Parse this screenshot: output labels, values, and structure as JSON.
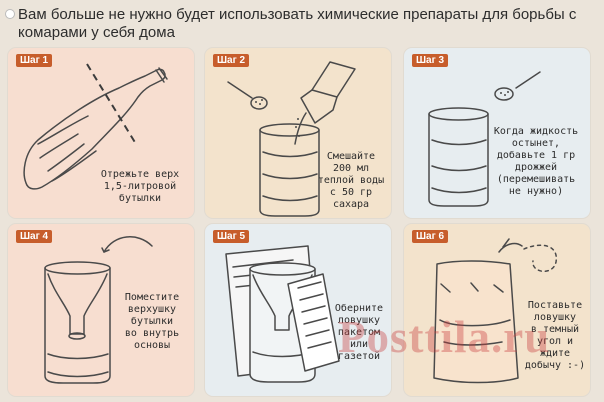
{
  "page": {
    "title": "Вам больше не нужно будет использовать химические препараты для борьбы с комарами у себя дома",
    "watermark": "Posttila.ru"
  },
  "steps": [
    {
      "label": "Шаг 1",
      "text": "Отрежьте верх\n1,5-литровой\nбутылки",
      "bg": "#f7ded0"
    },
    {
      "label": "Шаг 2",
      "text": "Смешайте\n200 мл\nтеплой воды\nс 50 гр сахара",
      "bg": "#f3e3cc"
    },
    {
      "label": "Шаг 3",
      "text": "Когда жидкость\nостынет,\nдобавьте 1 гр\nдрожжей\n(перемешивать\nне нужно)",
      "bg": "#e7edf0"
    },
    {
      "label": "Шаг 4",
      "text": "Поместите\nверхушку\nбутылки\nво внутрь\nосновы",
      "bg": "#f7ded0"
    },
    {
      "label": "Шаг 5",
      "text": "Оберните\nловушку\nпакетом\nили\nгазетой",
      "bg": "#e7edf0"
    },
    {
      "label": "Шаг 6",
      "text": "Поставьте\nловушку\nв темный\nугол и\nждите\nдобычу :-)",
      "bg": "#f3e3cc"
    }
  ],
  "colors": {
    "background": "#ebe4da",
    "step_label": "#c75d2b",
    "watermark": "rgba(200,60,60,0.38)"
  }
}
